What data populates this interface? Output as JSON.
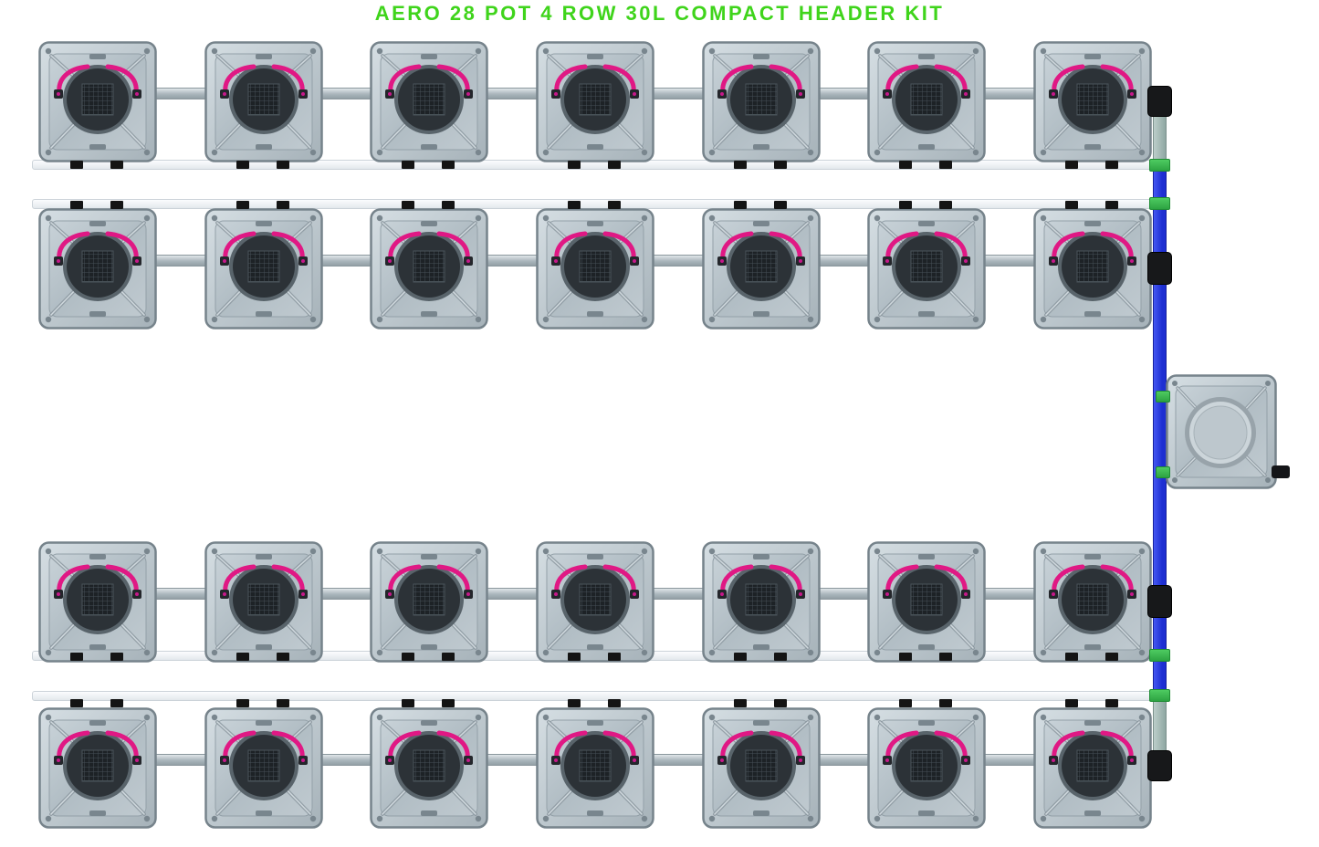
{
  "title": "AERO 28 POT 4 ROW 30L COMPACT HEADER KIT",
  "system": {
    "total_pots": 28,
    "rows": 4,
    "pots_per_row": 7,
    "pot_volume": "30L",
    "kit_style": "COMPACT HEADER KIT"
  },
  "colors": {
    "title_green": "#3fd41b",
    "pot_body_gray": "#b7c2c9",
    "mesh_dark": "#1d2226",
    "sprayer_tube_pink": "#e01884",
    "feed_pipe_gray": "#aab6bc",
    "support_rail_white": "#f0f3f6",
    "manifold_blue": "#2336e0",
    "manifold_teal": "#9fb7b2",
    "fitting_green": "#3cb94f",
    "connector_black": "#17181a"
  }
}
